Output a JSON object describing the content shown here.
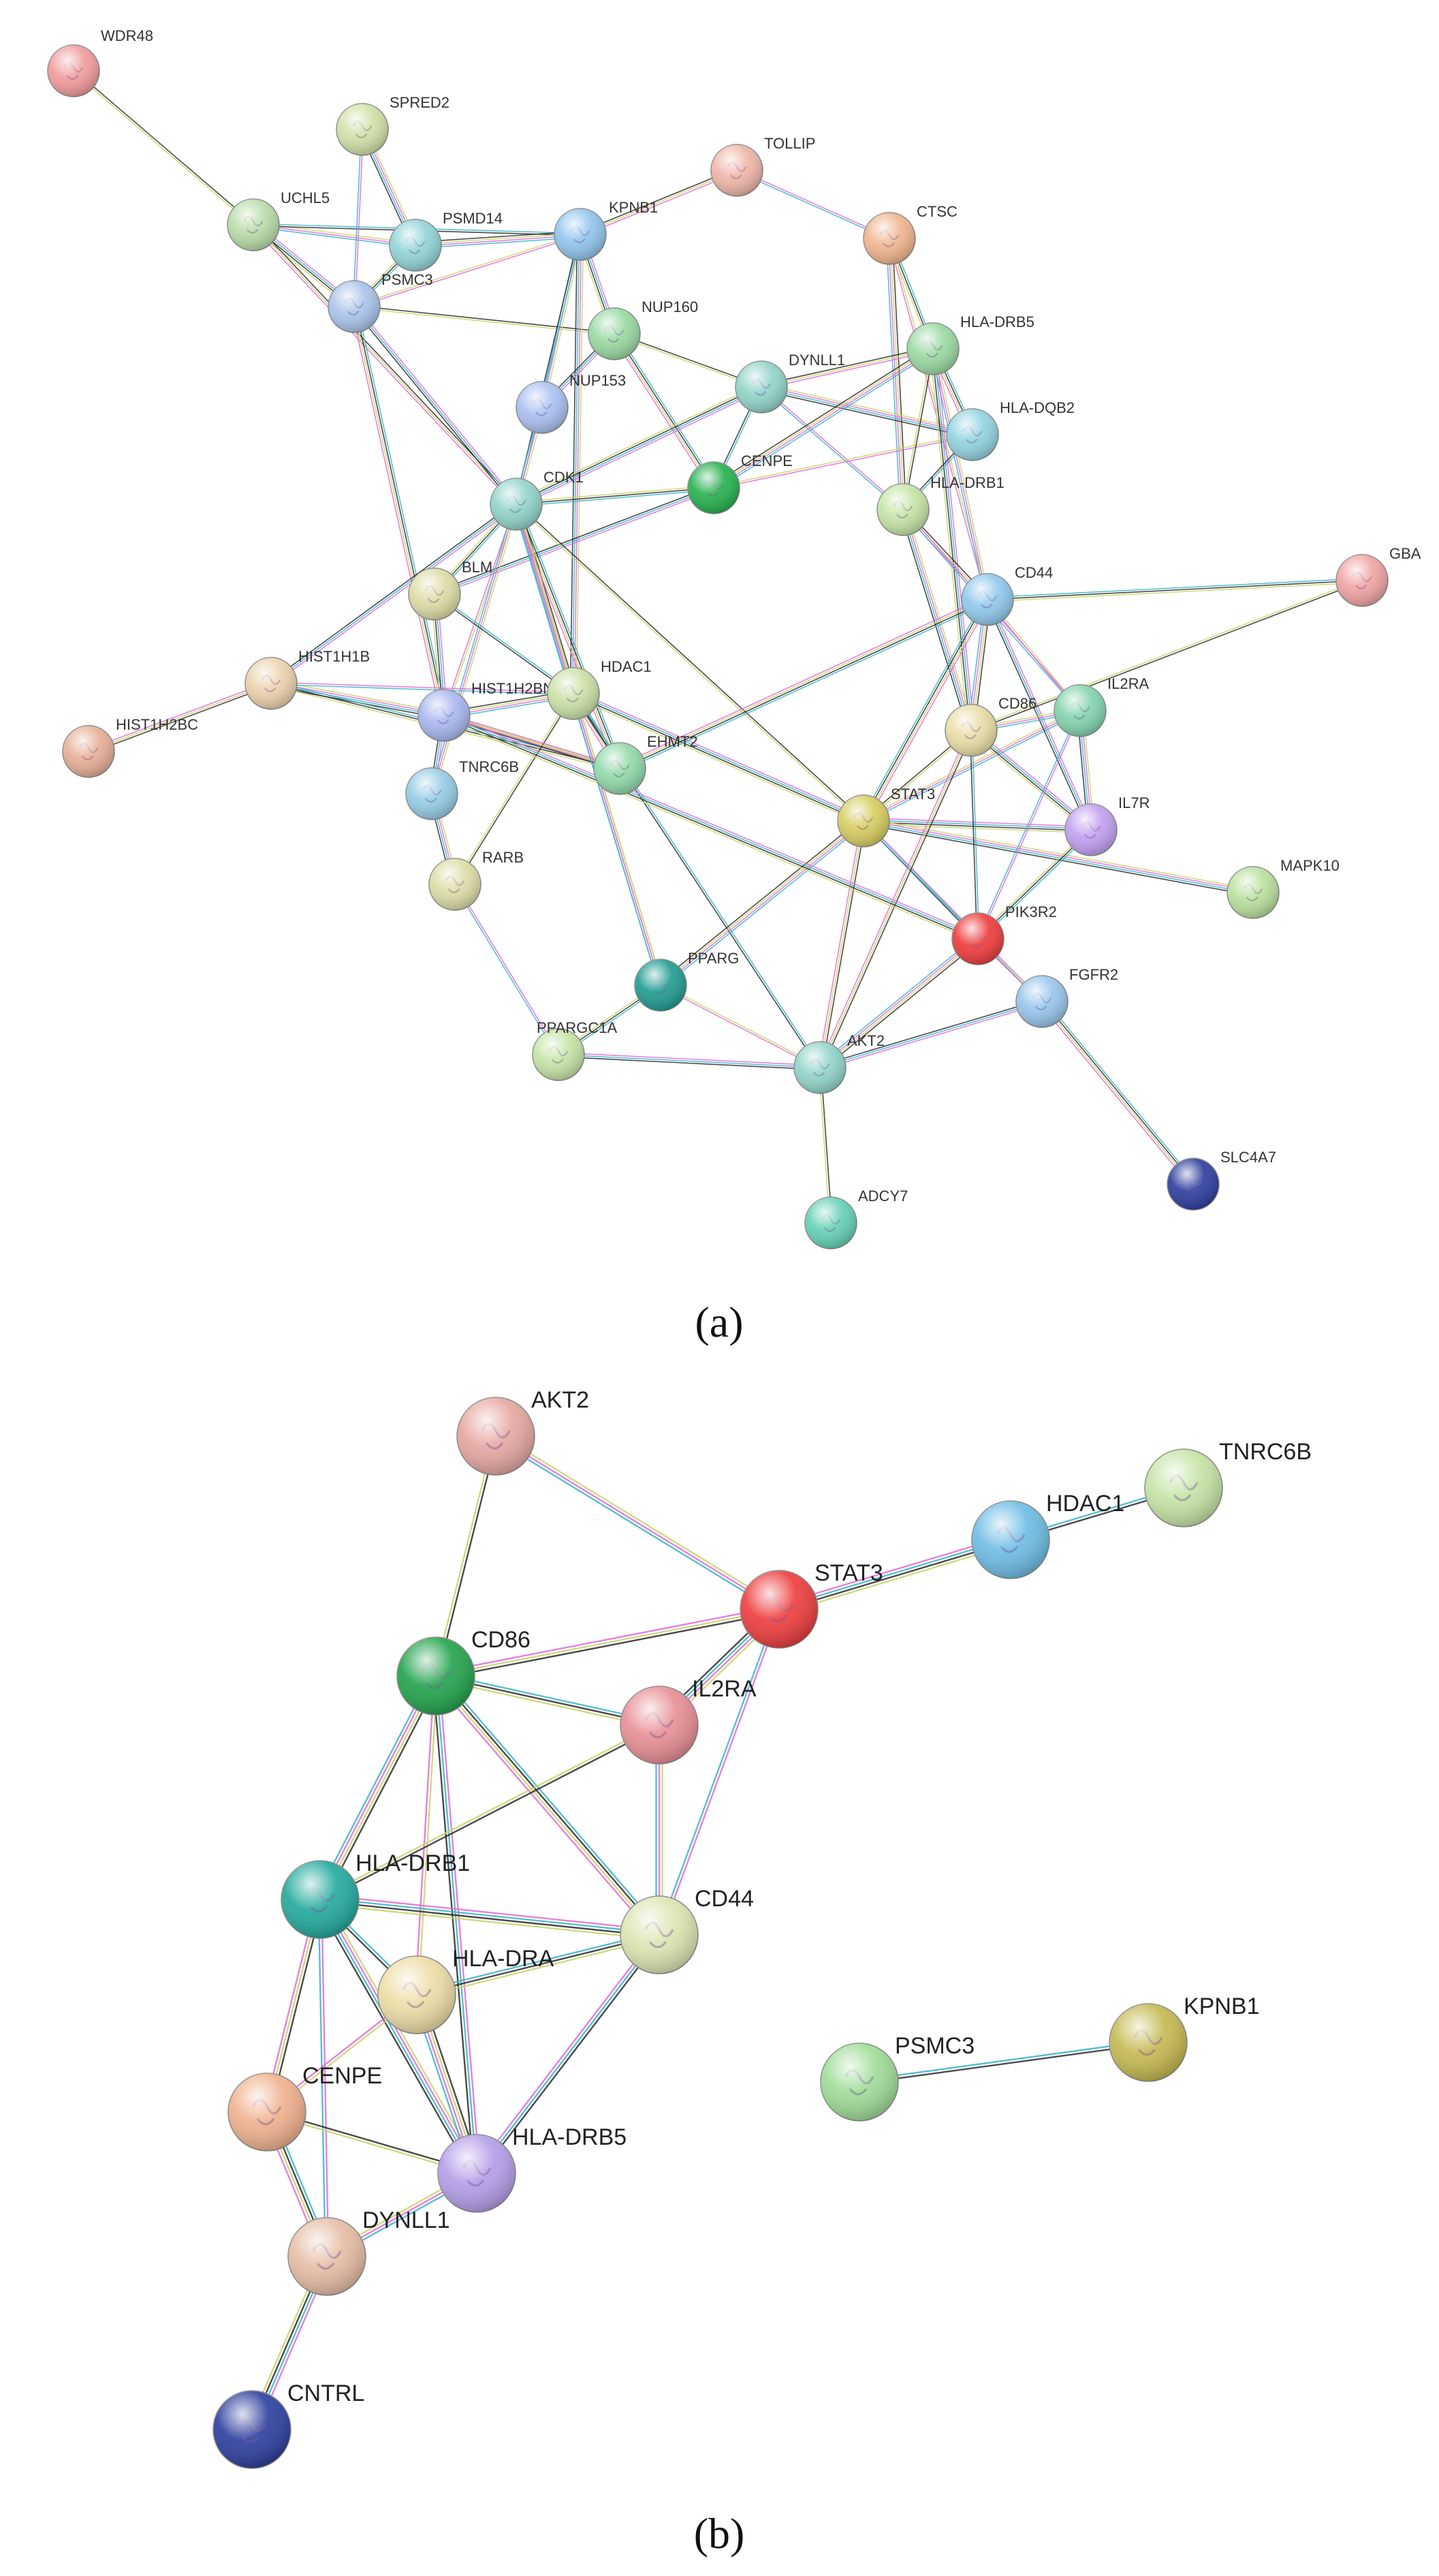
{
  "captions": {
    "a": "(a)",
    "b": "(b)"
  },
  "panel_a": {
    "nodes": [
      {
        "id": "WDR48",
        "color": "#f29a9a"
      },
      {
        "id": "SPRED2",
        "color": "#cfe0a4"
      },
      {
        "id": "UCHL5",
        "color": "#b7dca8"
      },
      {
        "id": "PSMD14",
        "color": "#8fd3d6"
      },
      {
        "id": "PSMC3",
        "color": "#a8c3ea"
      },
      {
        "id": "KPNB1",
        "color": "#8ec4ec"
      },
      {
        "id": "TOLLIP",
        "color": "#efb4a6"
      },
      {
        "id": "CTSC",
        "color": "#f0b48c"
      },
      {
        "id": "NUP160",
        "color": "#98d9a0"
      },
      {
        "id": "NUP153",
        "color": "#a7bff0"
      },
      {
        "id": "DYNLL1",
        "color": "#8fd3c8"
      },
      {
        "id": "HLA-DRB5",
        "color": "#98d9a0"
      },
      {
        "id": "HLA-DQB2",
        "color": "#8fd3e0"
      },
      {
        "id": "CENPE",
        "color": "#22b04b"
      },
      {
        "id": "CDK1",
        "color": "#8fd3c8"
      },
      {
        "id": "HLA-DRB1",
        "color": "#c4e4a4"
      },
      {
        "id": "GBA",
        "color": "#f0a2a2"
      },
      {
        "id": "CD44",
        "color": "#8ec8ec"
      },
      {
        "id": "BLM",
        "color": "#dcdca4"
      },
      {
        "id": "HIST1H1B",
        "color": "#ecd0ac"
      },
      {
        "id": "HIST1H2BC",
        "color": "#e7ad96"
      },
      {
        "id": "HIST1H2BN",
        "color": "#a7b6ee"
      },
      {
        "id": "HDAC1",
        "color": "#c8e0a4"
      },
      {
        "id": "EHMT2",
        "color": "#8fd8a8"
      },
      {
        "id": "TNRC6B",
        "color": "#93cce6"
      },
      {
        "id": "IL2RA",
        "color": "#80d4ac"
      },
      {
        "id": "CD86",
        "color": "#e8dca4"
      },
      {
        "id": "IL7R",
        "color": "#c09ef0"
      },
      {
        "id": "STAT3",
        "color": "#d6cc5c"
      },
      {
        "id": "MAPK10",
        "color": "#b8e09a"
      },
      {
        "id": "RARB",
        "color": "#dcdca4"
      },
      {
        "id": "PIK3R2",
        "color": "#ee3838"
      },
      {
        "id": "FGFR2",
        "color": "#96c4ec"
      },
      {
        "id": "PPARG",
        "color": "#1d9a8e"
      },
      {
        "id": "PPARGC1A",
        "color": "#c4e4a4"
      },
      {
        "id": "AKT2",
        "color": "#8fd3c8"
      },
      {
        "id": "SLC4A7",
        "color": "#2a3a9c"
      },
      {
        "id": "ADCY7",
        "color": "#62d0b4"
      }
    ],
    "edges": [
      [
        "WDR48",
        "UCHL5"
      ],
      [
        "UCHL5",
        "PSMD14"
      ],
      [
        "UCHL5",
        "PSMC3"
      ],
      [
        "UCHL5",
        "KPNB1"
      ],
      [
        "UCHL5",
        "CDK1"
      ],
      [
        "SPRED2",
        "PSMD14"
      ],
      [
        "SPRED2",
        "PSMC3"
      ],
      [
        "PSMD14",
        "PSMC3"
      ],
      [
        "PSMD14",
        "KPNB1"
      ],
      [
        "PSMC3",
        "KPNB1"
      ],
      [
        "PSMC3",
        "CDK1"
      ],
      [
        "PSMC3",
        "HIST1H2BN"
      ],
      [
        "PSMC3",
        "NUP160"
      ],
      [
        "KPNB1",
        "NUP153"
      ],
      [
        "KPNB1",
        "NUP160"
      ],
      [
        "KPNB1",
        "CDK1"
      ],
      [
        "KPNB1",
        "TOLLIP"
      ],
      [
        "KPNB1",
        "HDAC1"
      ],
      [
        "TOLLIP",
        "CTSC"
      ],
      [
        "CTSC",
        "HLA-DRB5"
      ],
      [
        "CTSC",
        "HLA-DRB1"
      ],
      [
        "CTSC",
        "CD44"
      ],
      [
        "NUP160",
        "NUP153"
      ],
      [
        "NUP160",
        "CENPE"
      ],
      [
        "NUP160",
        "DYNLL1"
      ],
      [
        "NUP153",
        "CDK1"
      ],
      [
        "DYNLL1",
        "CDK1"
      ],
      [
        "DYNLL1",
        "CENPE"
      ],
      [
        "DYNLL1",
        "HLA-DRB5"
      ],
      [
        "DYNLL1",
        "HLA-DQB2"
      ],
      [
        "DYNLL1",
        "HLA-DRB1"
      ],
      [
        "CENPE",
        "CDK1"
      ],
      [
        "CENPE",
        "HLA-DRB5"
      ],
      [
        "CENPE",
        "HLA-DQB2"
      ],
      [
        "CENPE",
        "BLM"
      ],
      [
        "HLA-DRB5",
        "HLA-DQB2"
      ],
      [
        "HLA-DRB5",
        "HLA-DRB1"
      ],
      [
        "HLA-DRB5",
        "CD44"
      ],
      [
        "HLA-DRB5",
        "CD86"
      ],
      [
        "HLA-DQB2",
        "HLA-DRB1"
      ],
      [
        "HLA-DRB1",
        "CD44"
      ],
      [
        "HLA-DRB1",
        "CD86"
      ],
      [
        "HLA-DRB1",
        "IL2RA"
      ],
      [
        "CDK1",
        "BLM"
      ],
      [
        "CDK1",
        "HDAC1"
      ],
      [
        "CDK1",
        "HIST1H2BN"
      ],
      [
        "CDK1",
        "HIST1H1B"
      ],
      [
        "CDK1",
        "EHMT2"
      ],
      [
        "CDK1",
        "STAT3"
      ],
      [
        "CDK1",
        "TNRC6B"
      ],
      [
        "BLM",
        "HIST1H2BN"
      ],
      [
        "BLM",
        "HDAC1"
      ],
      [
        "HIST1H1B",
        "HIST1H2BC"
      ],
      [
        "HIST1H1B",
        "HIST1H2BN"
      ],
      [
        "HIST1H1B",
        "HDAC1"
      ],
      [
        "HIST1H1B",
        "EHMT2"
      ],
      [
        "HIST1H2BN",
        "HDAC1"
      ],
      [
        "HIST1H2BN",
        "EHMT2"
      ],
      [
        "HIST1H2BN",
        "TNRC6B"
      ],
      [
        "HDAC1",
        "EHMT2"
      ],
      [
        "HDAC1",
        "RARB"
      ],
      [
        "HDAC1",
        "PPARG"
      ],
      [
        "HDAC1",
        "STAT3"
      ],
      [
        "HDAC1",
        "AKT2"
      ],
      [
        "EHMT2",
        "HIST1H2BN"
      ],
      [
        "TNRC6B",
        "RARB"
      ],
      [
        "RARB",
        "PPARGC1A"
      ],
      [
        "PPARG",
        "PPARGC1A"
      ],
      [
        "PPARG",
        "STAT3"
      ],
      [
        "PPARG",
        "AKT2"
      ],
      [
        "PPARGC1A",
        "AKT2"
      ],
      [
        "STAT3",
        "CD44"
      ],
      [
        "STAT3",
        "CD86"
      ],
      [
        "STAT3",
        "IL2RA"
      ],
      [
        "STAT3",
        "IL7R"
      ],
      [
        "STAT3",
        "PIK3R2"
      ],
      [
        "STAT3",
        "AKT2"
      ],
      [
        "STAT3",
        "MAPK10"
      ],
      [
        "STAT3",
        "FGFR2"
      ],
      [
        "CD44",
        "GBA"
      ],
      [
        "CD44",
        "CD86"
      ],
      [
        "CD44",
        "IL2RA"
      ],
      [
        "CD44",
        "IL7R"
      ],
      [
        "CD44",
        "EHMT2"
      ],
      [
        "GBA",
        "CD86"
      ],
      [
        "CD86",
        "IL2RA"
      ],
      [
        "CD86",
        "IL7R"
      ],
      [
        "CD86",
        "PIK3R2"
      ],
      [
        "CD86",
        "AKT2"
      ],
      [
        "IL2RA",
        "IL7R"
      ],
      [
        "IL2RA",
        "PIK3R2"
      ],
      [
        "IL7R",
        "PIK3R2"
      ],
      [
        "PIK3R2",
        "AKT2"
      ],
      [
        "PIK3R2",
        "FGFR2"
      ],
      [
        "FGFR2",
        "AKT2"
      ],
      [
        "FGFR2",
        "SLC4A7"
      ],
      [
        "AKT2",
        "ADCY7"
      ],
      [
        "CDK1",
        "PPARG"
      ],
      [
        "HIST1H2BN",
        "PIK3R2"
      ]
    ]
  },
  "panel_b": {
    "nodes": [
      {
        "id": "AKT2",
        "color": "#e6a6a0"
      },
      {
        "id": "STAT3",
        "color": "#ee3a3a"
      },
      {
        "id": "HDAC1",
        "color": "#6cbce4"
      },
      {
        "id": "TNRC6B",
        "color": "#c4e4a4"
      },
      {
        "id": "CD86",
        "color": "#1fa24a"
      },
      {
        "id": "IL2RA",
        "color": "#e88c94"
      },
      {
        "id": "HLA-DRB1",
        "color": "#1fa89c"
      },
      {
        "id": "CD44",
        "color": "#dce4b0"
      },
      {
        "id": "HLA-DRA",
        "color": "#ecdca4"
      },
      {
        "id": "CENPE",
        "color": "#f0b08c"
      },
      {
        "id": "HLA-DRB5",
        "color": "#b49ce8"
      },
      {
        "id": "DYNLL1",
        "color": "#e6bca4"
      },
      {
        "id": "CNTRL",
        "color": "#2a3c9c"
      },
      {
        "id": "PSMC3",
        "color": "#9edc96"
      },
      {
        "id": "KPNB1",
        "color": "#c4b84e"
      }
    ],
    "edges": [
      [
        "AKT2",
        "CD86"
      ],
      [
        "AKT2",
        "STAT3"
      ],
      [
        "STAT3",
        "HDAC1"
      ],
      [
        "HDAC1",
        "TNRC6B"
      ],
      [
        "STAT3",
        "CD86"
      ],
      [
        "STAT3",
        "IL2RA"
      ],
      [
        "STAT3",
        "CD44"
      ],
      [
        "CD86",
        "IL2RA"
      ],
      [
        "CD86",
        "HLA-DRB1"
      ],
      [
        "CD86",
        "HLA-DRA"
      ],
      [
        "CD86",
        "HLA-DRB5"
      ],
      [
        "CD86",
        "CD44"
      ],
      [
        "IL2RA",
        "HLA-DRB1"
      ],
      [
        "IL2RA",
        "CD44"
      ],
      [
        "HLA-DRB1",
        "CD44"
      ],
      [
        "HLA-DRB1",
        "HLA-DRA"
      ],
      [
        "HLA-DRB1",
        "CENPE"
      ],
      [
        "HLA-DRB1",
        "HLA-DRB5"
      ],
      [
        "HLA-DRB1",
        "DYNLL1"
      ],
      [
        "HLA-DRA",
        "CD44"
      ],
      [
        "HLA-DRA",
        "HLA-DRB5"
      ],
      [
        "HLA-DRA",
        "CENPE"
      ],
      [
        "HLA-DRB5",
        "CD44"
      ],
      [
        "CENPE",
        "DYNLL1"
      ],
      [
        "CENPE",
        "HLA-DRB5"
      ],
      [
        "DYNLL1",
        "HLA-DRB5"
      ],
      [
        "DYNLL1",
        "CNTRL"
      ],
      [
        "PSMC3",
        "KPNB1"
      ]
    ]
  }
}
